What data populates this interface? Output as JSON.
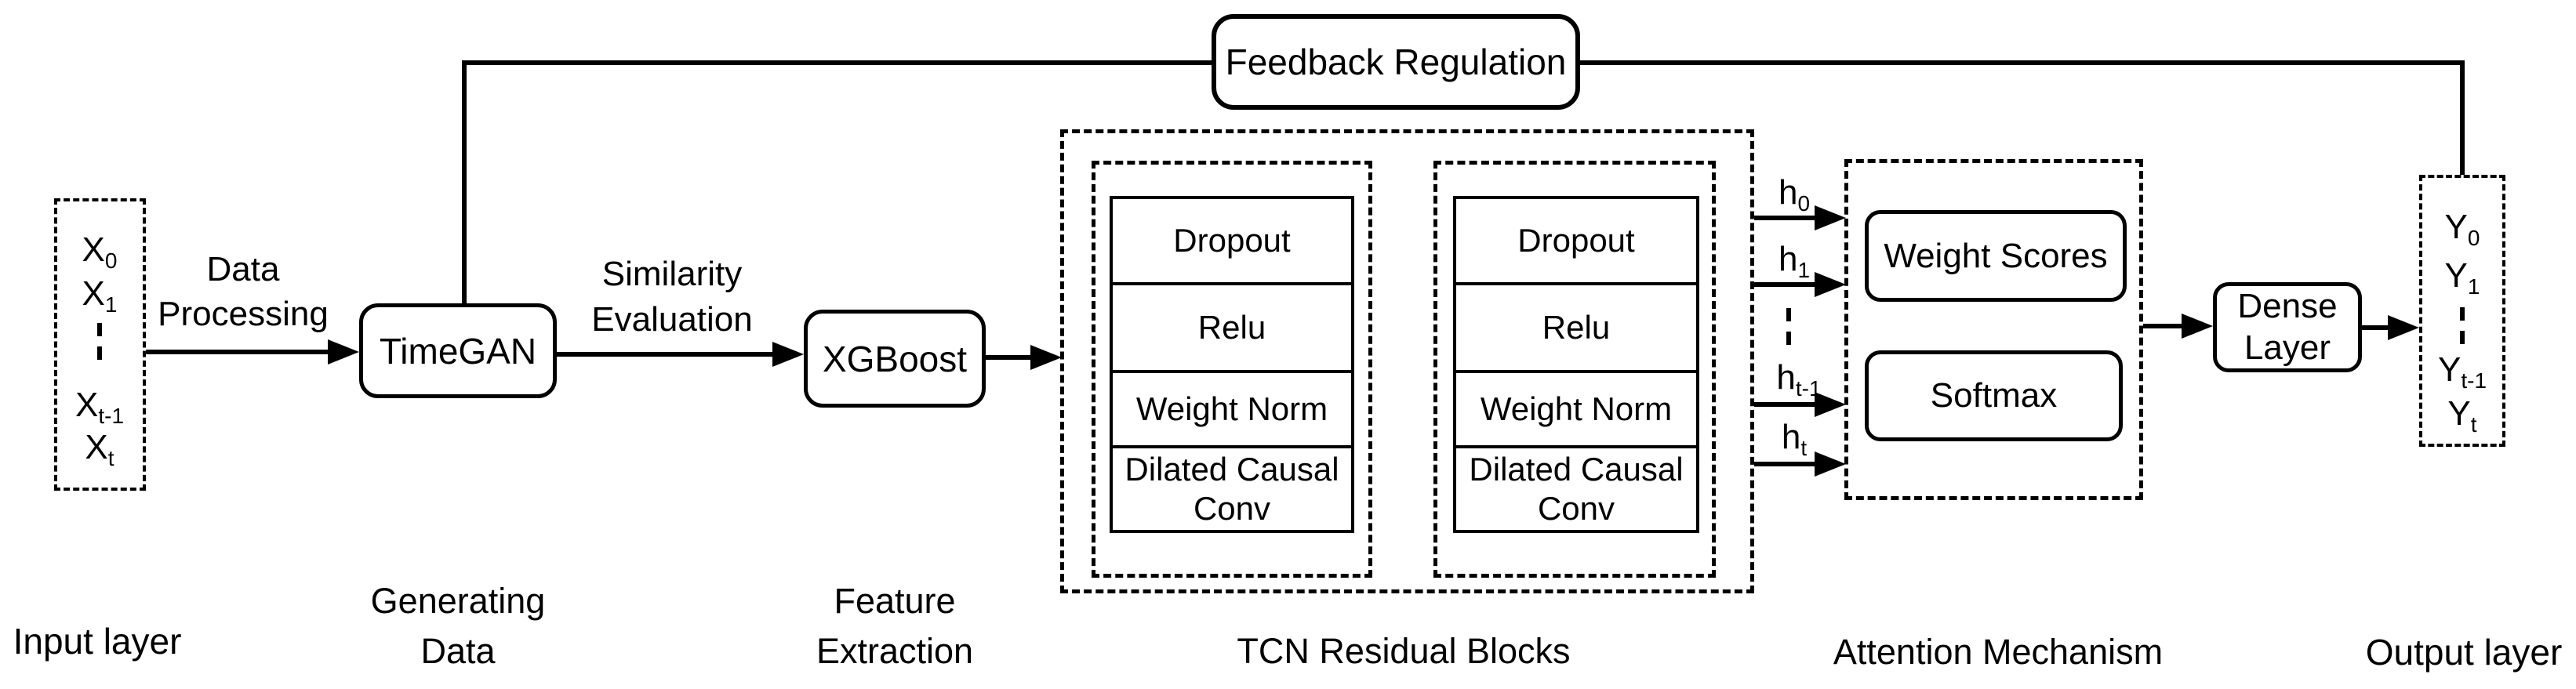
{
  "colors": {
    "ink": "#000000",
    "background": "#ffffff"
  },
  "input_layer": {
    "caption": "Input layer",
    "items": [
      {
        "base": "X",
        "sub": "0"
      },
      {
        "base": "X",
        "sub": "1"
      },
      {
        "base": "X",
        "sub": "t-1"
      },
      {
        "base": "X",
        "sub": "t"
      }
    ]
  },
  "edge_labels": {
    "data_processing": {
      "line1": "Data",
      "line2": "Processing"
    },
    "similarity_evaluation": {
      "line1": "Similarity",
      "line2": "Evaluation"
    }
  },
  "timegan": {
    "label": "TimeGAN",
    "caption_line1": "Generating",
    "caption_line2": "Data"
  },
  "xgboost": {
    "label": "XGBoost",
    "caption_line1": "Feature",
    "caption_line2": "Extraction"
  },
  "feedback": {
    "label": "Feedback Regulation"
  },
  "tcn": {
    "caption": "TCN Residual Blocks",
    "block1": {
      "rows": [
        "Dropout",
        "Relu",
        "Weight Norm",
        "Dilated Causal Conv"
      ]
    },
    "block2": {
      "rows": [
        "Dropout",
        "Relu",
        "Weight Norm",
        "Dilated Causal Conv"
      ]
    }
  },
  "hidden_states": [
    {
      "base": "h",
      "sub": "0"
    },
    {
      "base": "h",
      "sub": "1"
    },
    {
      "base": "h",
      "sub": "t-1"
    },
    {
      "base": "h",
      "sub": "t"
    }
  ],
  "attention": {
    "caption": "Attention Mechanism",
    "weight_scores": "Weight Scores",
    "softmax": "Softmax"
  },
  "dense": {
    "line1": "Dense",
    "line2": "Layer"
  },
  "output_layer": {
    "caption": "Output layer",
    "items": [
      {
        "base": "Y",
        "sub": "0"
      },
      {
        "base": "Y",
        "sub": "1"
      },
      {
        "base": "Y",
        "sub": "t-1"
      },
      {
        "base": "Y",
        "sub": "t"
      }
    ]
  }
}
